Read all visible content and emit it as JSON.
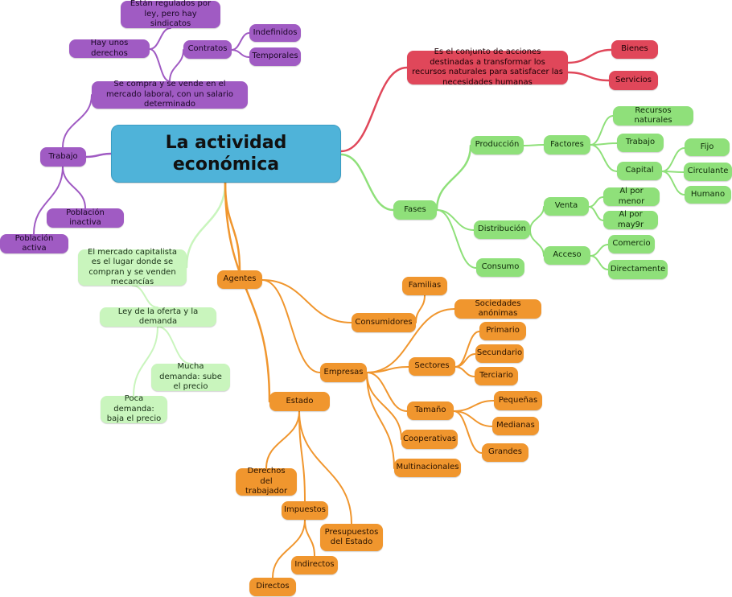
{
  "colors": {
    "root": "#4fb3d9",
    "red": "#e0475a",
    "green": "#8fe07a",
    "purple": "#a05bc3",
    "orange": "#f0962e",
    "light_green": "#c9f5bd"
  },
  "root": "La actividad económica",
  "red": {
    "def": "Es el conjunto de acciones destinadas a transformar los recursos naturales para satisfacer las necesidades humanas",
    "bienes": "Bienes",
    "servicios": "Servicios"
  },
  "green": {
    "fases": "Fases",
    "produccion": "Producción",
    "factores": "Factores",
    "recursos": "Recursos naturales",
    "trabajo": "Trabajo",
    "capital": "Capital",
    "fijo": "Fijo",
    "circulante": "Circulante",
    "humano": "Humano",
    "distribucion": "Distribución",
    "venta": "Venta",
    "menor": "Al por menor",
    "mayor": "Al por may9r",
    "acceso": "Acceso",
    "comercio": "Comercio",
    "directamente": "Directamente",
    "consumo": "Consumo"
  },
  "purple": {
    "trabajo": "Trabajo",
    "mercado": "Se compra y se vende en el mercado laboral, con un salario determinado",
    "derechos": "Hay unos derechos",
    "regulados": "Están regulados por ley, pero hay sindicatos",
    "contratos": "Contratos",
    "indefinidos": "Indefinidos",
    "temporales": "Temporales",
    "inactiva": "Población inactiva",
    "activa": "Población activa"
  },
  "lgreen": {
    "capitalista": "El mercado capitalista es el lugar donde se compran y se venden mecancías",
    "ley": "Ley de la oferta y la demanda",
    "mucha": "Mucha demanda: sube el precio",
    "poca": "Poca demanda: baja el precio"
  },
  "orange": {
    "agentes": "Agentes",
    "consumidores": "Consumidores",
    "familias": "Familias",
    "empresas": "Empresas",
    "sociedades": "Sociedades anónimas",
    "sectores": "Sectores",
    "primario": "Primario",
    "secundario": "Secundario",
    "terciario": "Terciario",
    "tamano": "Tamaño",
    "pequenas": "Pequeñas",
    "medianas": "Medianas",
    "grandes": "Grandes",
    "cooperativas": "Cooperativas",
    "multinacionales": "Multinacionales",
    "estado": "Estado",
    "derechos": "Derechos del trabajador",
    "impuestos": "Impuestos",
    "presupuestos": "Presupuestos del Estado",
    "indirectos": "Indirectos",
    "directos": "Directos"
  }
}
